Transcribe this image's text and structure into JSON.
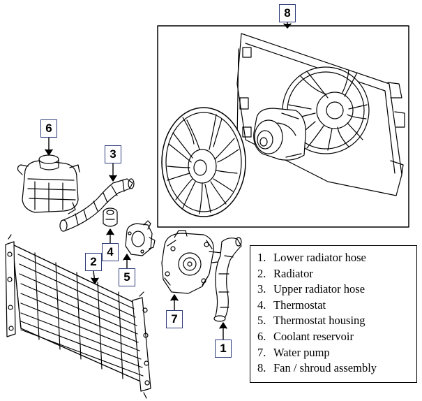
{
  "callouts": {
    "c1": "1",
    "c2": "2",
    "c3": "3",
    "c4": "4",
    "c5": "5",
    "c6": "6",
    "c7": "7",
    "c8": "8"
  },
  "legend": {
    "items": [
      {
        "num": "1.",
        "label": "Lower radiator hose"
      },
      {
        "num": "2.",
        "label": "Radiator"
      },
      {
        "num": "3.",
        "label": "Upper radiator hose"
      },
      {
        "num": "4.",
        "label": "Thermostat"
      },
      {
        "num": "5.",
        "label": "Thermostat housing"
      },
      {
        "num": "6.",
        "label": "Coolant reservoir"
      },
      {
        "num": "7.",
        "label": "Water pump"
      },
      {
        "num": "8.",
        "label": "Fan / shroud assembly"
      }
    ]
  },
  "colors": {
    "line": "#000000",
    "callout_border": "#2e3c7a"
  }
}
